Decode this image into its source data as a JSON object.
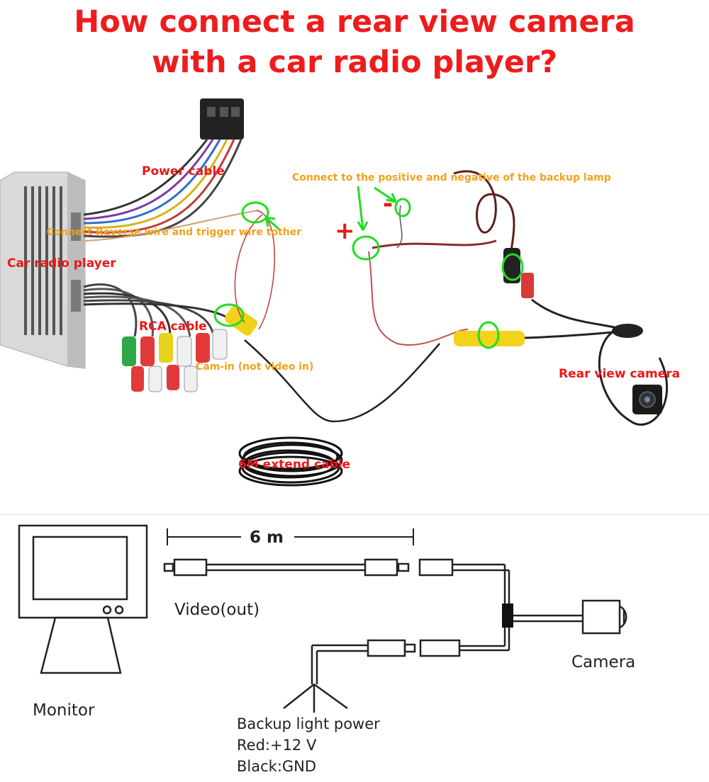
{
  "title": {
    "line1": "How connect a rear view camera",
    "line2": "with a car radio player?"
  },
  "photo_labels": {
    "power_cable": "Power cable",
    "backup_lamp": "Connect to the positive and negative of the backup lamp",
    "reverse_wire": "Connect Reverse wire and trigger wire tother",
    "car_radio": "Car radio player",
    "rca_cable": "RCA cable",
    "cam_in": "Cam-in (not video in)",
    "rear_camera": "Rear view camera",
    "extend_cable": "6M extend cable",
    "plus": "+",
    "minus": "-"
  },
  "schematic_labels": {
    "distance": "6 m",
    "video_out": "Video(out)",
    "camera": "Camera",
    "monitor": "Monitor",
    "backup_power": "Backup light power",
    "red_wire": "Red:+12 V",
    "black_wire": "Black:GND"
  },
  "colors": {
    "title_red": "#ee1c1c",
    "label_red": "#e81818",
    "label_orange": "#f2a21a",
    "highlight_green": "#22dd22"
  }
}
